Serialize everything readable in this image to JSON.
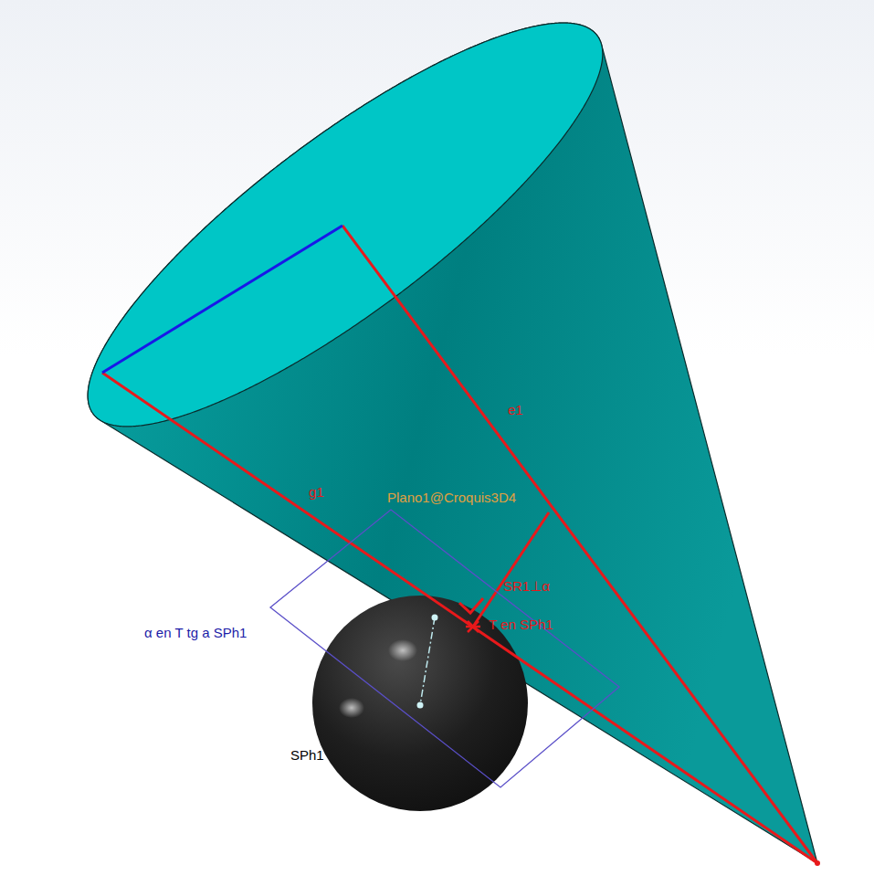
{
  "diagram": {
    "labels": [
      "e1",
      "g1",
      "Plano1@Croquis3D4",
      "SR1⊥α",
      "α en T tg a SPh1",
      "T en SPh1",
      "SPh1"
    ]
  }
}
